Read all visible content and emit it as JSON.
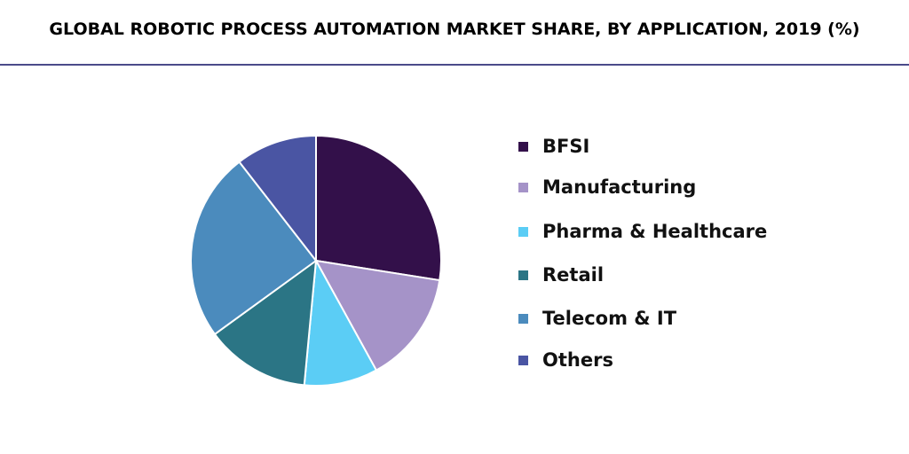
{
  "chart_data": {
    "type": "pie",
    "title": "GLOBAL ROBOTIC PROCESS AUTOMATION MARKET SHARE, BY APPLICATION, 2019 (%)",
    "legend_position": "right",
    "categories": [
      "BFSI",
      "Manufacturing",
      "Pharma & Healthcare",
      "Retail",
      "Telecom & IT",
      "Others"
    ],
    "values": [
      27.5,
      14.5,
      9.5,
      13.5,
      24.5,
      10.5
    ],
    "colors": [
      "#33104a",
      "#a593c8",
      "#5bcdf5",
      "#2b7585",
      "#4b8bbd",
      "#4a55a3"
    ]
  }
}
